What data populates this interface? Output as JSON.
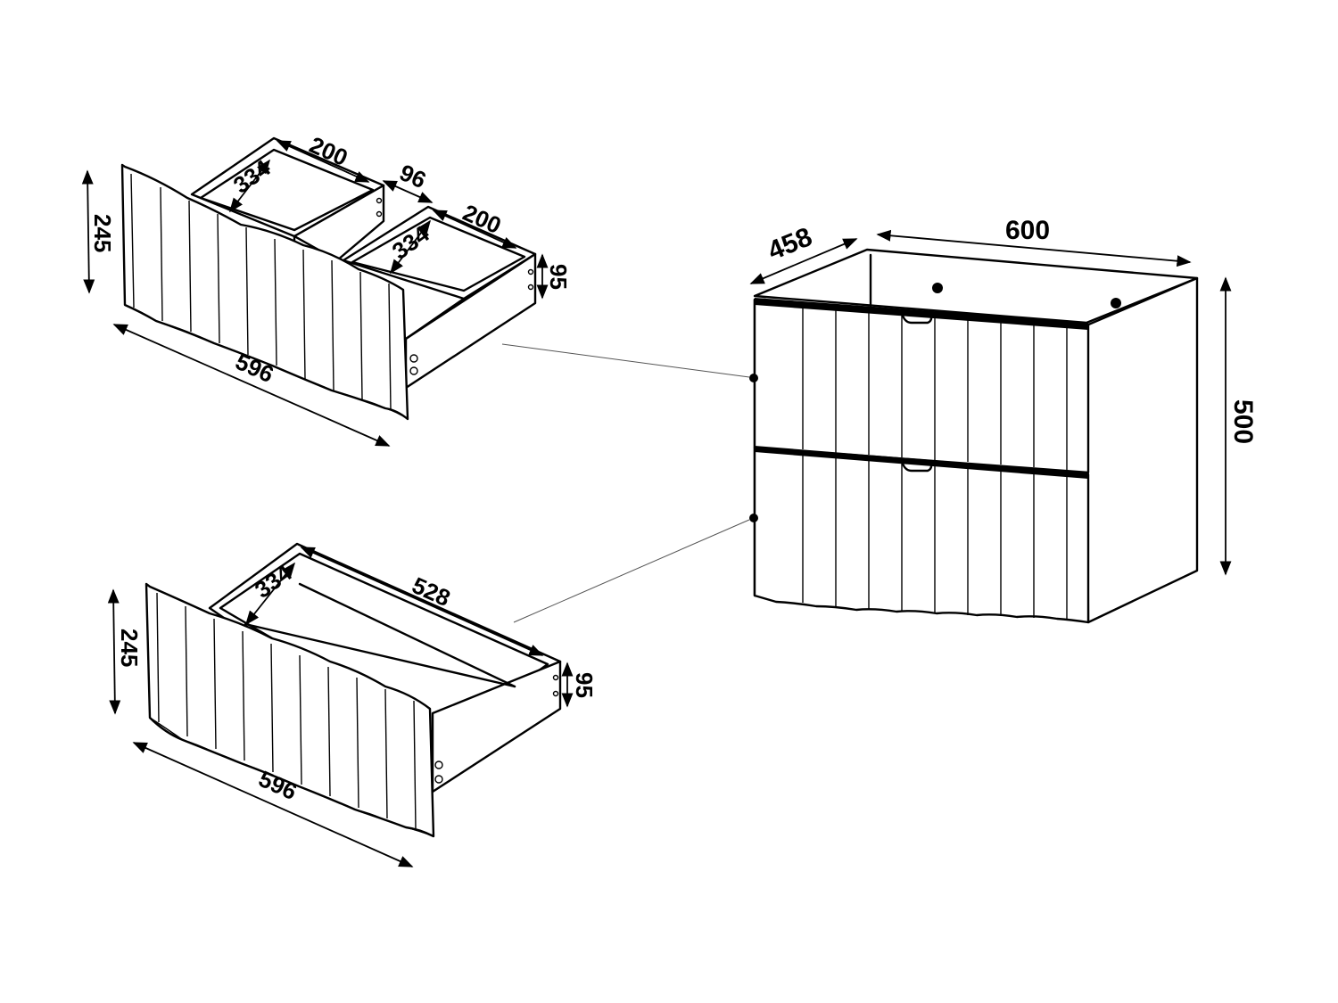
{
  "dimensions": {
    "top_drawer": {
      "front_height": "245",
      "front_width": "596",
      "left_compartment_width": "200",
      "left_compartment_depth": "334",
      "divider_gap": "96",
      "right_compartment_width": "200",
      "right_compartment_depth": "334",
      "side_height": "95"
    },
    "bottom_drawer": {
      "front_height": "245",
      "front_width": "596",
      "inner_depth": "334",
      "inner_length": "528",
      "side_height": "95"
    },
    "cabinet": {
      "depth": "458",
      "width": "600",
      "height": "500"
    }
  }
}
